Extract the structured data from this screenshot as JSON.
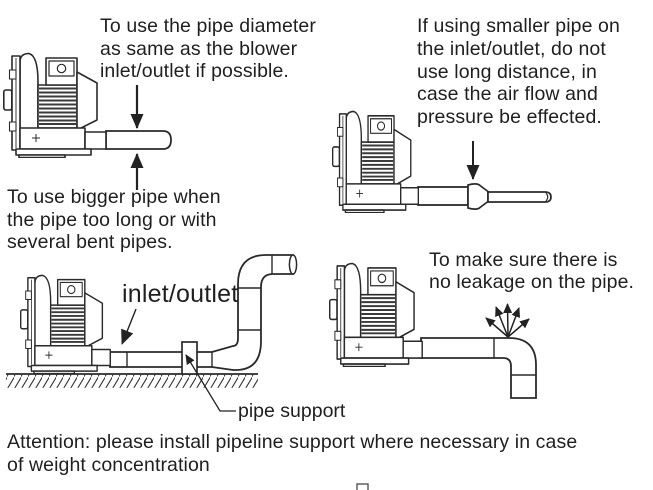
{
  "colors": {
    "ink": "#1f1f1f",
    "line": "#2a2a2a",
    "rib": "#3a3a3a",
    "background": "#ffffff"
  },
  "captions": {
    "equal_diameter": "To use the pipe diameter\nas same as the blower\ninlet/outlet if possible.",
    "smaller_pipe": "If using smaller pipe on\nthe inlet/outlet, do not\nuse long distance, in\ncase the air flow and\npressure be effected.",
    "bigger_pipe": "To use bigger pipe when\nthe pipe too long or with\nseveral bent pipes.",
    "leakage": "To make sure there is\nno leakage on the pipe."
  },
  "labels": {
    "inlet_outlet": "inlet/outlet",
    "pipe_support": "pipe support"
  },
  "attention_note": "Attention: please install pipeline support where necessary in case\nof weight concentration",
  "icons": [
    "down-arrow-icon",
    "up-arrow-icon",
    "leak-arrows-icon",
    "leader-arrow-icon"
  ]
}
